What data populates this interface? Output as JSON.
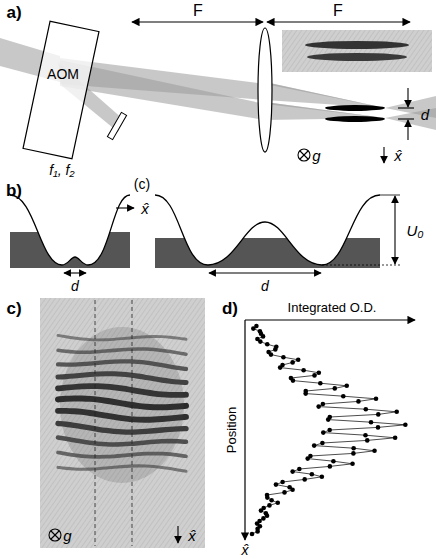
{
  "diagram": {
    "labels": [
      "a)",
      "F",
      "F",
      "AOM",
      "f₁, f₂",
      "g⃗",
      "x̂",
      "d",
      "b)",
      "x̂",
      "d",
      "(c)",
      "d",
      "U₀",
      "c)",
      "g⃗",
      "x̂",
      "d)",
      "Integrated O.D.",
      "Position",
      "x̂"
    ]
  }
}
